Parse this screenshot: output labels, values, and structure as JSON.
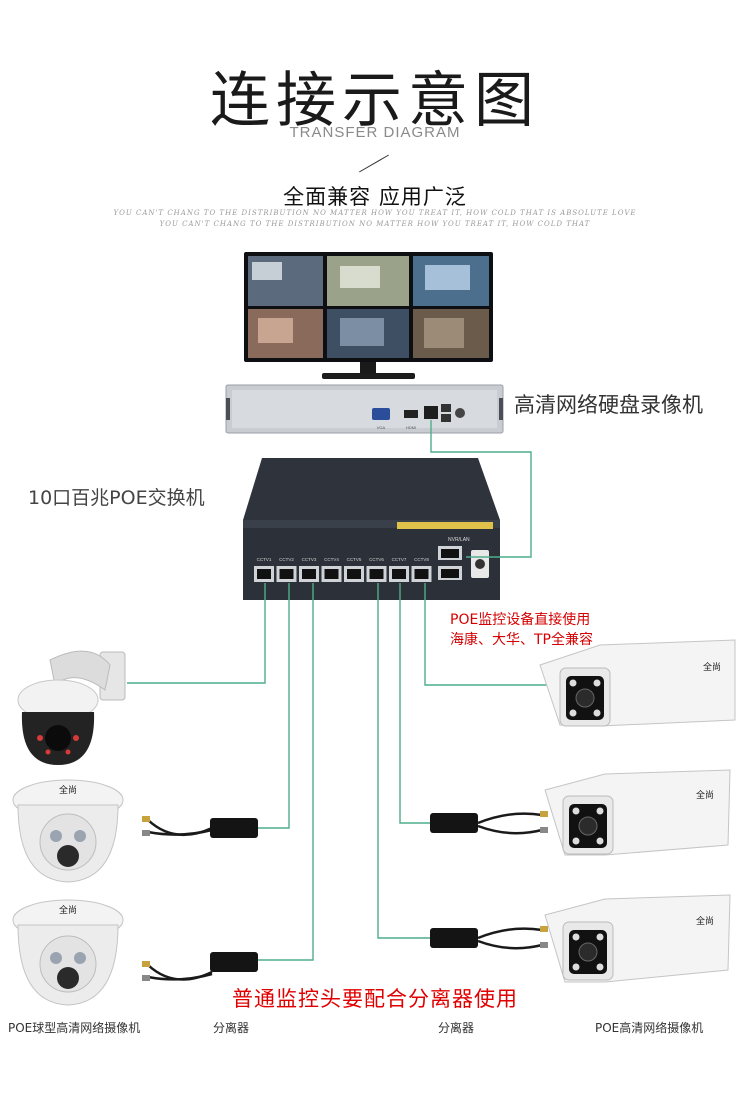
{
  "header": {
    "title": "连接示意图",
    "subtitle_en": "TRANSFER DIAGRAM",
    "tagline": "全面兼容  应用广泛",
    "fine_print_1": "YOU CAN'T CHANG TO THE DISTRIBUTION NO MATTER HOW YOU TREAT IT, HOW COLD THAT IS ABSOLUTE LOVE",
    "fine_print_2": "YOU CAN'T CHANG TO THE DISTRIBUTION NO MATTER HOW YOU TREAT IT, HOW COLD THAT"
  },
  "devices": {
    "nvr_label": "高清网络硬盘录像机",
    "switch_label": "10口百兆POE交换机",
    "switch_ports": [
      "CCTV1",
      "CCTV2",
      "CCTV3",
      "CCTV4",
      "CCTV5",
      "CCTV6",
      "CCTV7",
      "CCTV8"
    ],
    "switch_uplink": "NVR/LAN",
    "nvr_port_vga": "VGA",
    "nvr_port_hdmi": "HDMI",
    "camera_brand": "全尚"
  },
  "notes": {
    "poe_line1": "POE监控设备直接使用",
    "poe_line2": "海康、大华、TP全兼容",
    "splitter_note": "普通监控头要配合分离器使用"
  },
  "captions": {
    "dome_camera": "POE球型高清网络摄像机",
    "splitter_left": "分离器",
    "splitter_right": "分离器",
    "bullet_camera": "POE高清网络摄像机"
  },
  "colors": {
    "cable": "#4fae8a",
    "note_red": "#e00000",
    "switch_body": "#2c3139"
  }
}
